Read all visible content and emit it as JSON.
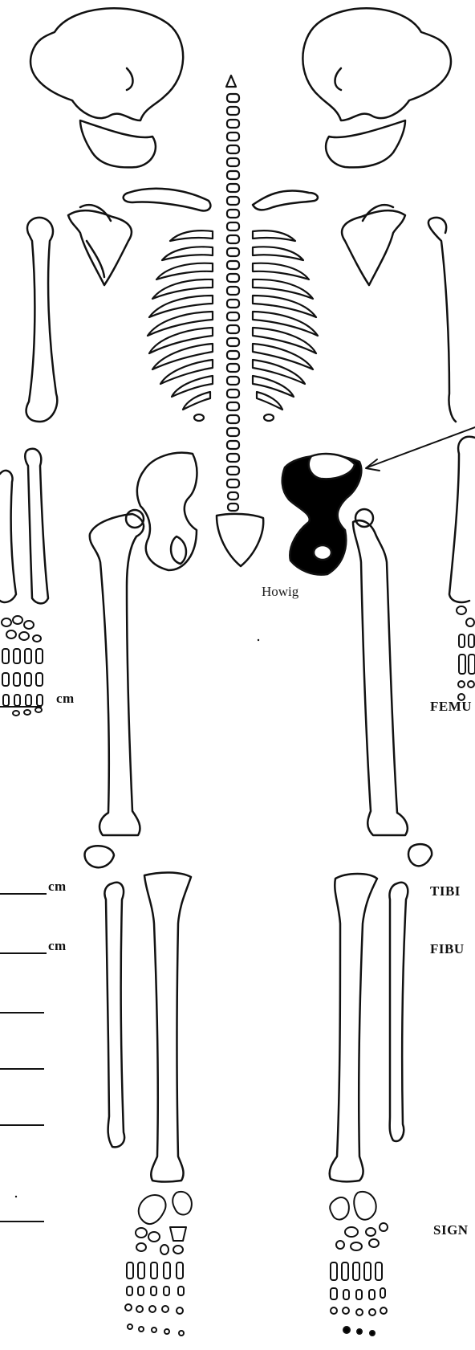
{
  "labels": {
    "cm_1": "cm",
    "cm_2": "cm",
    "cm_3": "cm",
    "femur": "FEMU",
    "tibia": "TIBI",
    "fibula": "FIBU",
    "sign": "SIGN",
    "annotation": "Howig"
  },
  "colors": {
    "ink": "#111111",
    "shaded_bone": "#000000",
    "paper": "#ffffff"
  }
}
